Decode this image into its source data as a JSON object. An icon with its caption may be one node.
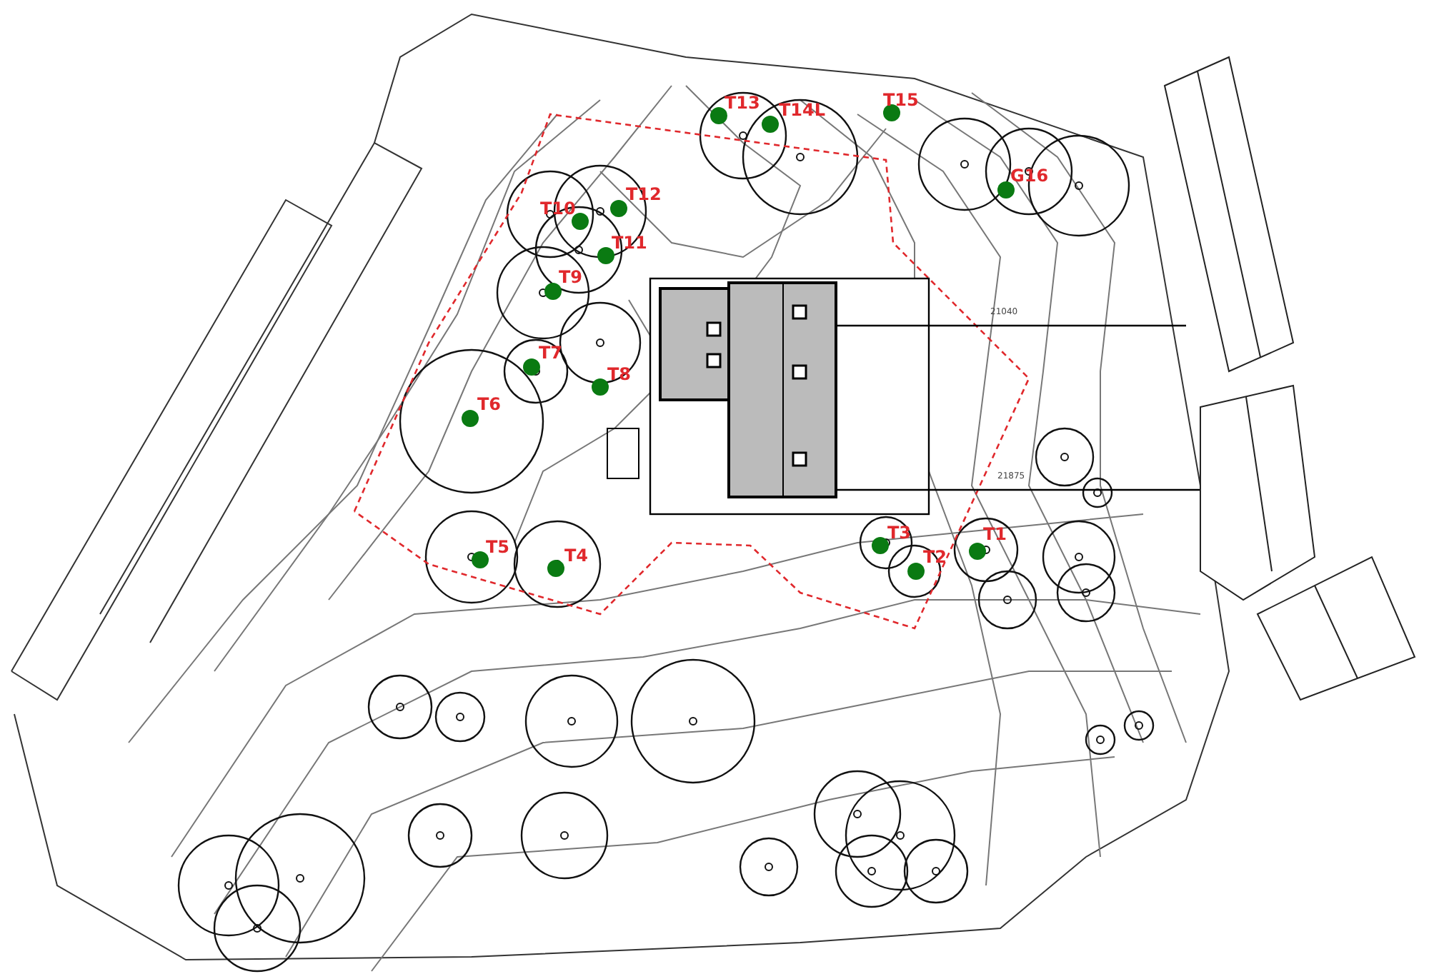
{
  "diagram": {
    "labels": [
      "T13",
      "T14L",
      "T15",
      "G16",
      "T12",
      "T10",
      "T11",
      "T9",
      "T7",
      "T8",
      "T6",
      "21040",
      "21875",
      "T3",
      "T1",
      "T5",
      "T4",
      "T2"
    ]
  }
}
